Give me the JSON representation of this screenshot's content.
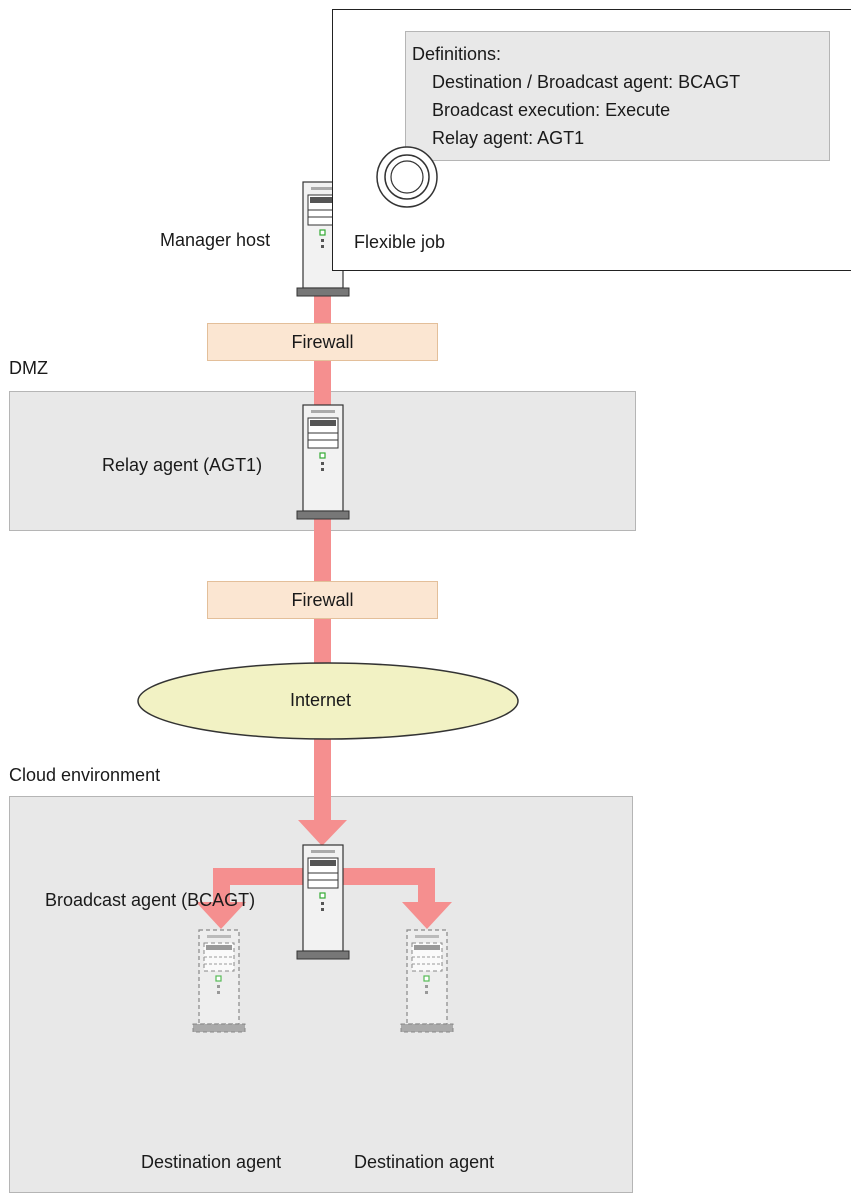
{
  "manager": {
    "label": "Manager host"
  },
  "flexible_job": {
    "label": "Flexible job"
  },
  "definitions": {
    "title": "Definitions:",
    "lines": [
      "Destination / Broadcast agent: BCAGT",
      "Broadcast execution: Execute",
      "Relay agent: AGT1"
    ]
  },
  "firewall_top": {
    "label": "Firewall"
  },
  "dmz": {
    "label": "DMZ"
  },
  "relay": {
    "label": "Relay agent (AGT1)"
  },
  "firewall_bottom": {
    "label": "Firewall"
  },
  "internet": {
    "label": "Internet"
  },
  "cloud": {
    "label": "Cloud environment"
  },
  "broadcast": {
    "label": "Broadcast agent (BCAGT)"
  },
  "destinations": [
    {
      "label": "Destination agent"
    },
    {
      "label": "Destination agent"
    }
  ],
  "colors": {
    "arrow": "#f58f8f",
    "zone_fill": "#e8e8e8",
    "firewall_fill": "#fbe6d2",
    "internet_fill": "#f2f2c4"
  }
}
